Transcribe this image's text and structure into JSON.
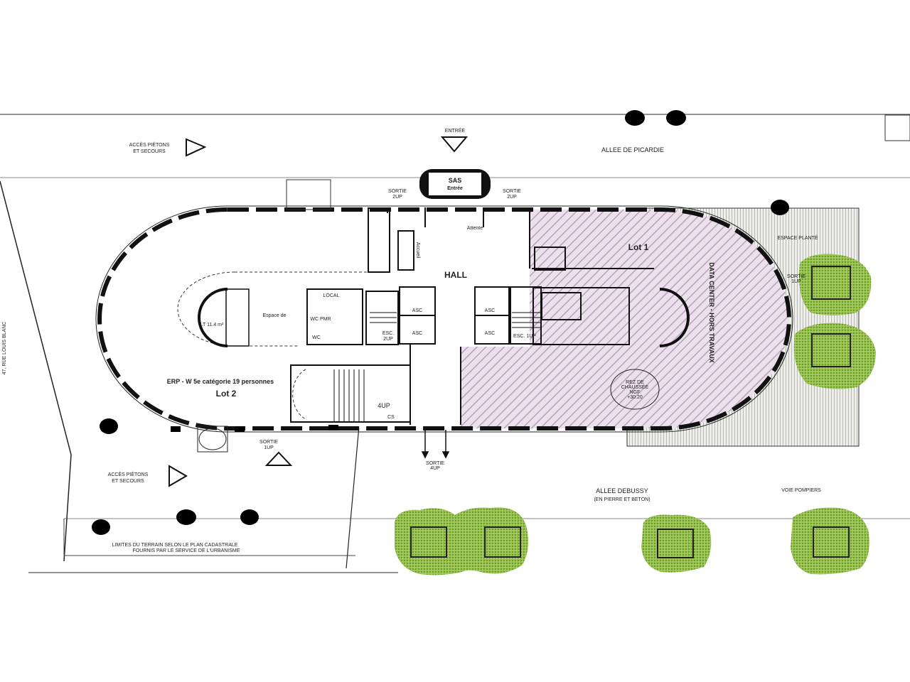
{
  "streets": {
    "north": "ALLEE DE PICARDIE",
    "south": "ALLEE DEBUSSY",
    "south_sub": "(EN PIERRE ET BETON)",
    "west": "47, RUE LOUIS BLANC",
    "fire_lane": "VOIE POMPIERS"
  },
  "access": {
    "pedestrian_top_line1": "ACCÈS PIÉTONS",
    "pedestrian_top_line2": "ET SECOURS",
    "pedestrian_bottom_line1": "ACCÈS PIÉTONS",
    "pedestrian_bottom_line2": "ET SECOURS",
    "entrance": "ENTRÉE"
  },
  "rooms": {
    "sas_line1": "SAS",
    "sas_line2": "Entrée",
    "hall": "HALL",
    "attente": "Attente",
    "accueil": "Accueil",
    "lot1": "Lot 1",
    "lot2": "Lot 2",
    "erp": "ERP - W 5e catégorie 19 personnes",
    "espace": "Espace de",
    "lt": "LT 11.4 m²",
    "data_center": "DATA CENTER - HORS TRAVAUX",
    "espace_plante": "ESPACE PLANTÉ",
    "asc": [
      "ASC",
      "ASC",
      "ASC",
      "ASC"
    ],
    "esc_left_line1": "ESC.",
    "esc_left_line2": "2UP",
    "esc_right": "ESC. 1UP",
    "stair_4up": "4UP",
    "cs": "CS",
    "wc": "WC",
    "wc_pmr": "WC PMR",
    "local": "LOCAL",
    "rdc_line1": "REZ DE",
    "rdc_line2": "CHAUSSÉE",
    "rdc_line3": "NGF",
    "rdc_line4": "+30.20"
  },
  "exits": {
    "top_left_line1": "SORTIE",
    "top_left_line2": "2UP",
    "top_right_line1": "SORTIE",
    "top_right_line2": "2UP",
    "bottom_left_line1": "SORTIE",
    "bottom_left_line2": "1UP",
    "bottom_center_line1": "SORTIE",
    "bottom_center_line2": "4UP",
    "east_line1": "SORTIE",
    "east_line2": "1UP"
  },
  "notes": {
    "limits_line1": "LIMITES DU TERRAIN SELON LE PLAN CADASTRALE",
    "limits_line2": "FOURNIS PAR LE SERVICE DE L'URBANISME"
  },
  "colors": {
    "lot1_fill": "#e9dcea",
    "lot1_hatch": "#b9a6bd",
    "tree_green": "#8cbf3f",
    "tree_dark": "#6a9a2a",
    "planted_area": "#dcdcd4",
    "wall": "#111111"
  }
}
